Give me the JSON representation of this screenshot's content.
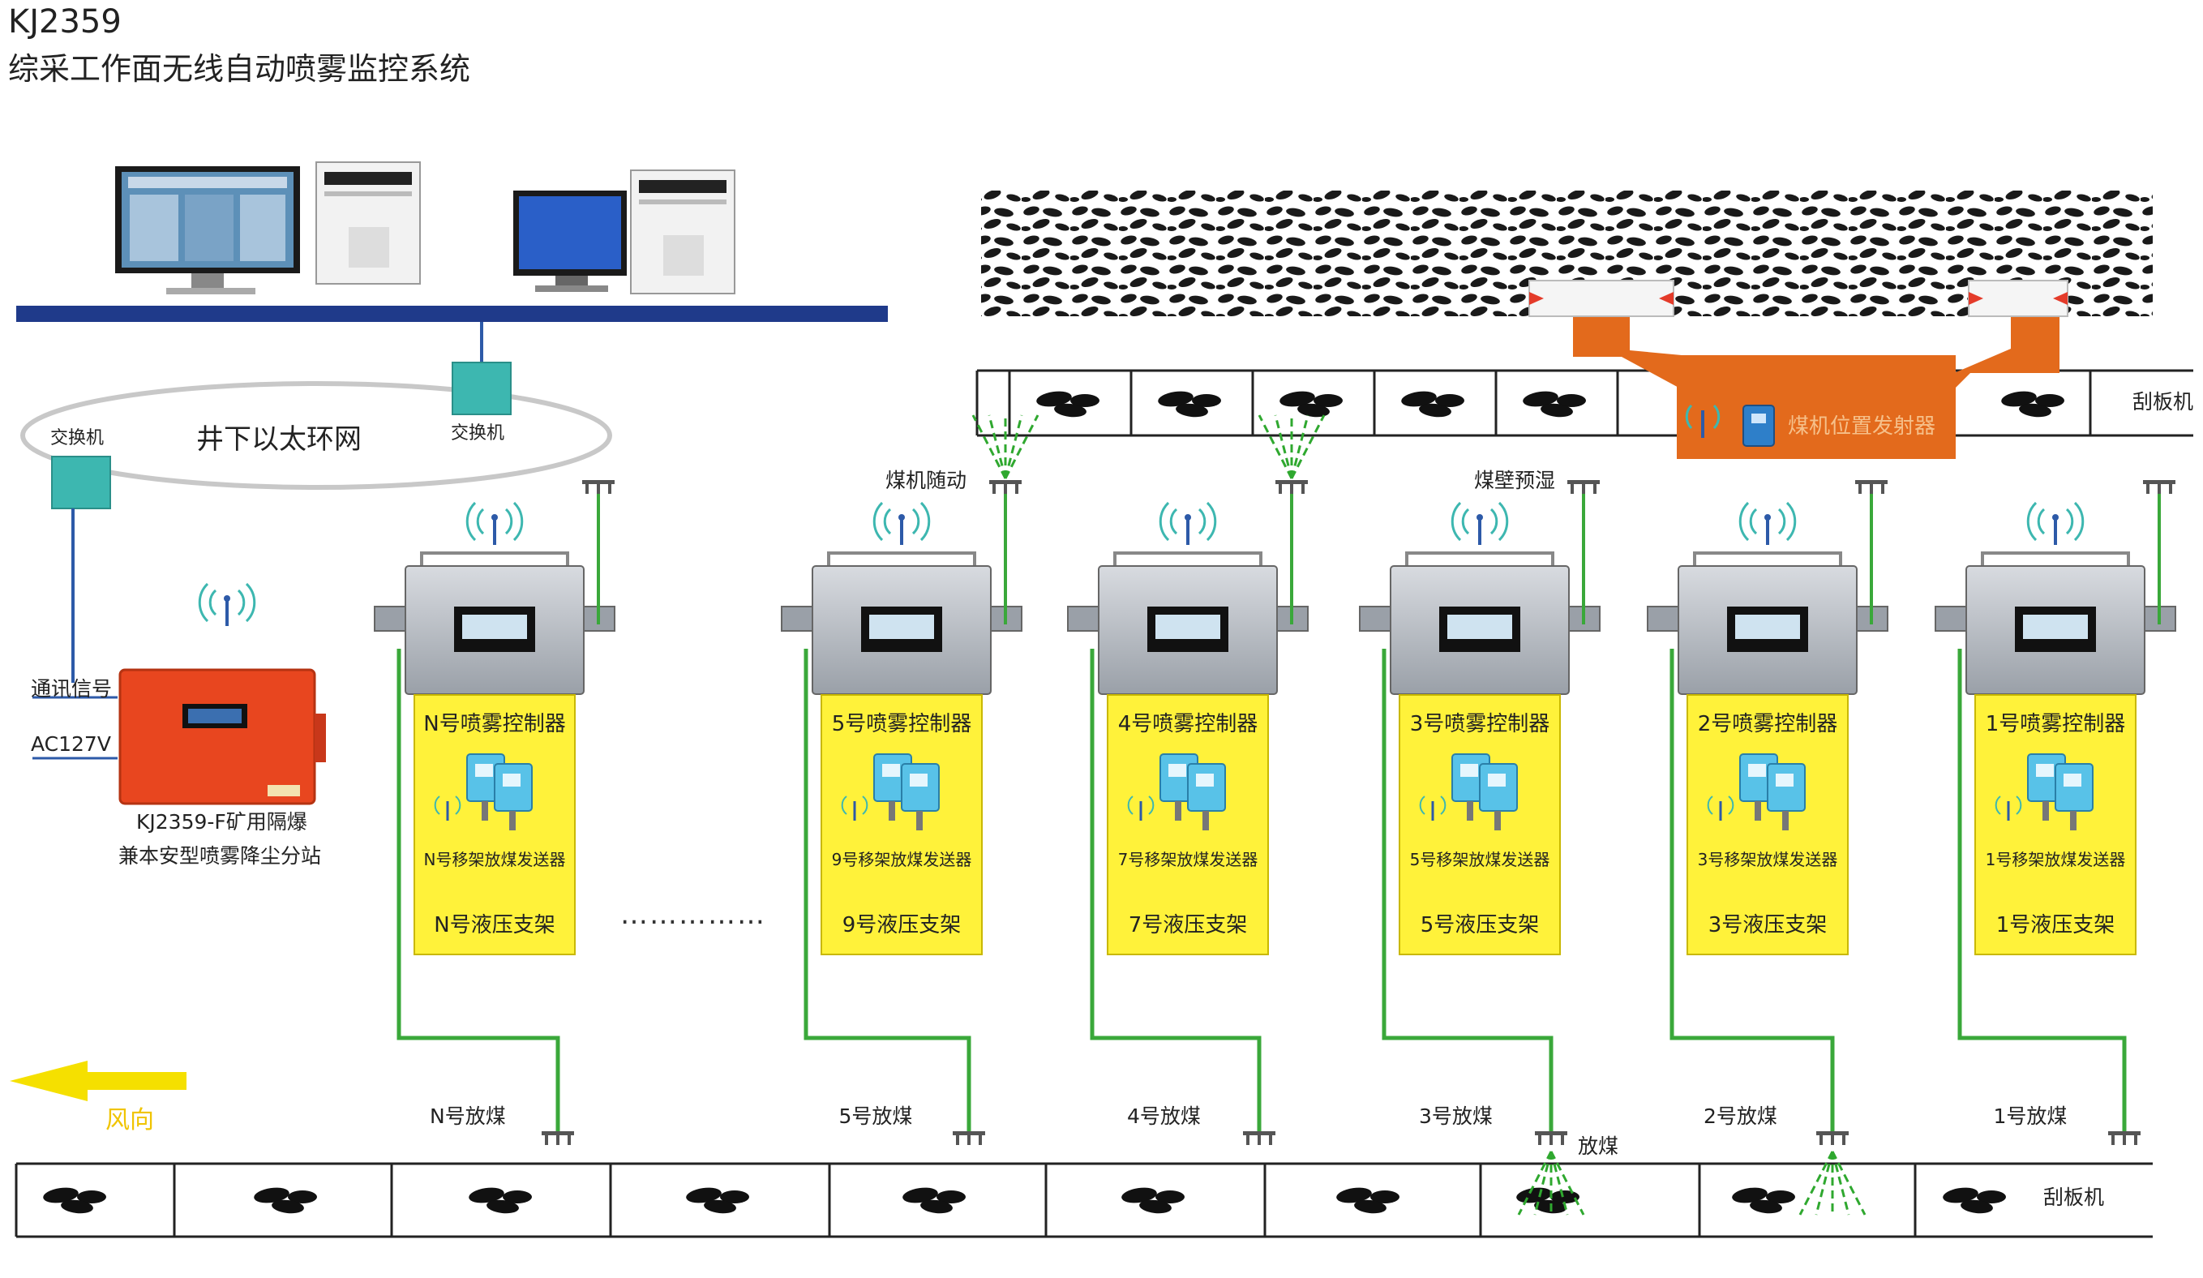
{
  "header": {
    "model": "KJ2359",
    "title": "综采工作面无线自动喷雾监控系统"
  },
  "network": {
    "ring_label": "井下以太环网",
    "switch_left": "交换机",
    "switch_right": "交换机"
  },
  "substation": {
    "signal_label": "通讯信号",
    "power_label": "AC127V",
    "name_line1": "KJ2359-F矿用隔爆",
    "name_line2": "兼本安型喷雾降尘分站"
  },
  "upper": {
    "follow_spray_label": "煤机随动",
    "wall_wet_label": "煤壁预湿",
    "conveyor_label": "刮板机",
    "emitter_label": "煤机位置发射器"
  },
  "lower": {
    "conveyor_label": "刮板机",
    "spray_label": "放煤",
    "wind_label": "风向"
  },
  "ellipsis": "……………",
  "units": [
    {
      "controller": "N号喷雾控制器",
      "sender": "N号移架放煤发送器",
      "support": "N号液压支架",
      "release": "N号放煤"
    },
    {
      "controller": "5号喷雾控制器",
      "sender": "9号移架放煤发送器",
      "support": "9号液压支架",
      "release": "5号放煤"
    },
    {
      "controller": "4号喷雾控制器",
      "sender": "7号移架放煤发送器",
      "support": "7号液压支架",
      "release": "4号放煤"
    },
    {
      "controller": "3号喷雾控制器",
      "sender": "5号移架放煤发送器",
      "support": "5号液压支架",
      "release": "3号放煤"
    },
    {
      "controller": "2号喷雾控制器",
      "sender": "3号移架放煤发送器",
      "support": "3号液压支架",
      "release": "2号放煤"
    },
    {
      "controller": "1号喷雾控制器",
      "sender": "1号移架放煤发送器",
      "support": "1号液压支架",
      "release": "1号放煤"
    }
  ],
  "colors": {
    "network_bar": "#1f3a8a",
    "switch": "#3db7b0",
    "cable_green": "#3aa83a",
    "cable_blue": "#2d5aa8",
    "card_yellow": "#fff23a",
    "emitter_orange": "#e36a1c",
    "substation_red": "#e8461f",
    "wind_arrow": "#f5e000",
    "spray_green": "#2fa82f"
  }
}
